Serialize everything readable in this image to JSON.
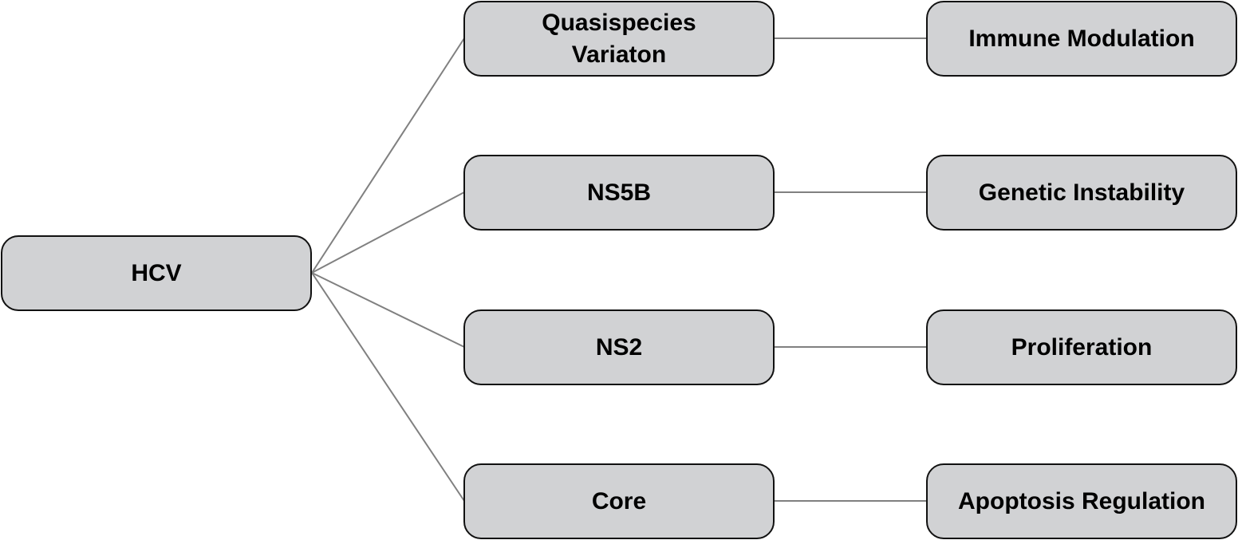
{
  "diagram": {
    "root": {
      "label": "HCV"
    },
    "branches": [
      {
        "label": "Quasispecies\nVariaton",
        "effect": "Immune Modulation"
      },
      {
        "label": "NS5B",
        "effect": "Genetic Instability"
      },
      {
        "label": "NS2",
        "effect": "Proliferation"
      },
      {
        "label": "Core",
        "effect": "Apoptosis Regulation"
      }
    ],
    "colors": {
      "node_fill": "#d1d2d4",
      "node_border": "#111111",
      "edge": "#808080"
    }
  }
}
